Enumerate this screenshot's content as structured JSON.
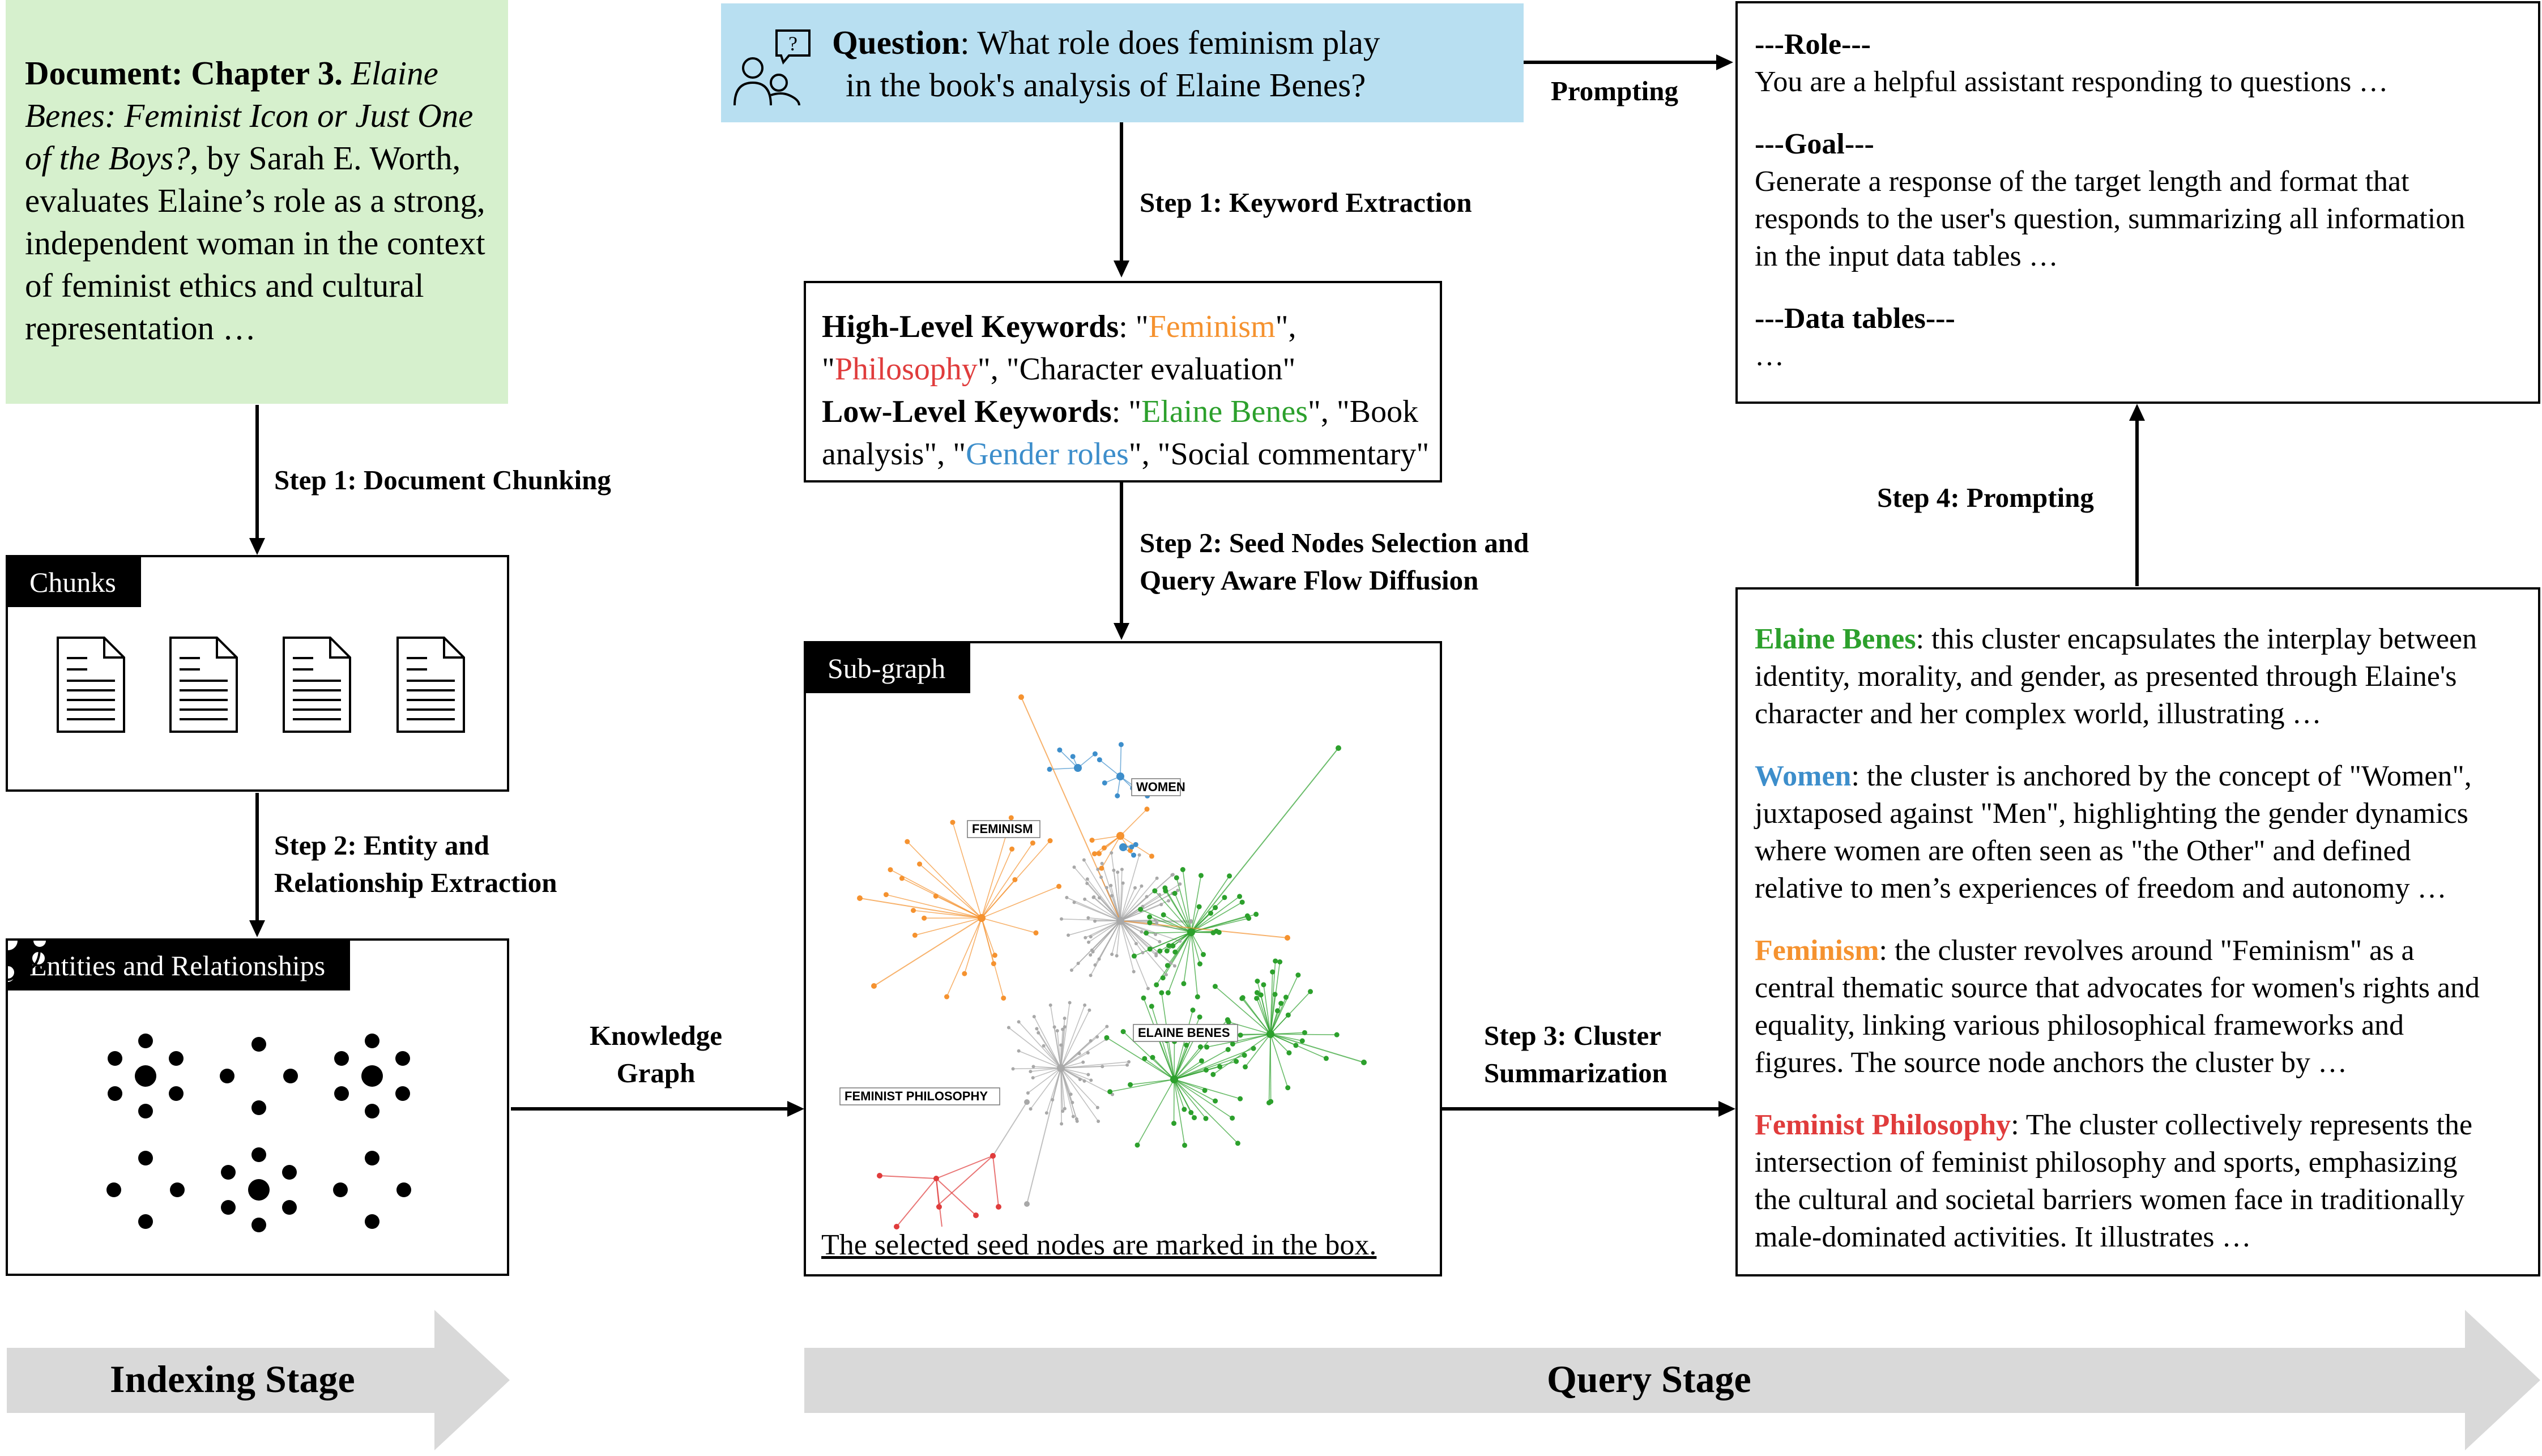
{
  "colors": {
    "green_accent": "#2ca02c",
    "blue_accent": "#3d8ecb",
    "orange_accent": "#f5922f",
    "red_accent": "#e03c3c",
    "doc_bg": "#d6f0cd",
    "question_bg": "#b8dff1",
    "stage_arrow": "#d9d9d9"
  },
  "document": {
    "prefix": "Document: Chapter 3. ",
    "title_italic": "Elaine Benes: Feminist Icon or Just One of the Boys?",
    "rest": ", by Sarah E. Worth, evaluates Elaine’s role as a strong, independent woman in the context of feminist ethics and cultural representation …"
  },
  "labels": {
    "step1_doc": "Step 1: Document Chunking",
    "step2_entity_l1": "Step 2: Entity and",
    "step2_entity_l2": "Relationship Extraction",
    "kg_l1": "Knowledge",
    "kg_l2": "Graph",
    "step1_kw": "Step 1: Keyword Extraction",
    "step2_seed_l1": "Step 2: Seed Nodes Selection and",
    "step2_seed_l2": "Query Aware Flow Diffusion",
    "step3_l1": "Step 3: Cluster",
    "step3_l2": "Summarization",
    "prompting": "Prompting",
    "step4": "Step 4: Prompting"
  },
  "chunks": {
    "tag": "Chunks",
    "icon_count": 4
  },
  "entities": {
    "tag": "Entities and Relationships"
  },
  "question": {
    "label": "Question",
    "text_l1": ": What role does feminism play",
    "text_l2": "in the book's analysis of Elaine Benes?"
  },
  "keywords": {
    "high_label": "High-Level Keywords",
    "high": [
      "Feminism",
      "Philosophy",
      "Character evaluation"
    ],
    "low_label": "Low-Level Keywords",
    "low": [
      "Elaine Benes",
      "Book analysis",
      "Gender roles",
      "Social commentary"
    ]
  },
  "subgraph": {
    "tag": "Sub-graph",
    "caption": "The selected seed nodes are marked in the box.",
    "node_labels": {
      "feminism": "FEMINISM",
      "women": "WOMEN",
      "elaine": "ELAINE BENES",
      "feminist_philosophy": "FEMINIST PHILOSOPHY"
    }
  },
  "prompt_box": {
    "role_head": "---Role---",
    "role_text": "You are a helpful assistant responding to questions …",
    "goal_head": "---Goal---",
    "goal_l1": "Generate a response of the target length and format that",
    "goal_l2": "responds to the user's question, summarizing all information",
    "goal_l3": "in the input data tables …",
    "data_head": "---Data tables---",
    "data_text": "…"
  },
  "clusters": [
    {
      "name": "Elaine Benes",
      "lines": [
        ": this cluster encapsulates the interplay between",
        "identity, morality, and gender, as presented through Elaine's",
        "character and her complex world, illustrating …"
      ]
    },
    {
      "name": "Women",
      "lines": [
        ": the cluster is anchored by the concept of \"Women\",",
        "juxtaposed against \"Men\", highlighting the gender dynamics",
        "where women are often seen as \"the Other\" and defined",
        "relative to men’s experiences of freedom and autonomy …"
      ]
    },
    {
      "name": "Feminism",
      "lines": [
        ": the cluster revolves around \"Feminism\" as a",
        "central thematic source that advocates for women's rights and",
        "equality, linking various philosophical frameworks and",
        "figures. The source node anchors the cluster by …"
      ]
    },
    {
      "name": "Feminist Philosophy",
      "lines": [
        ": The cluster collectively represents the",
        "intersection of feminist philosophy and sports, emphasizing",
        "the cultural and societal barriers women face in traditionally",
        "male-dominated activities. It illustrates …"
      ]
    }
  ],
  "stages": {
    "indexing": "Indexing Stage",
    "query": "Query Stage"
  }
}
